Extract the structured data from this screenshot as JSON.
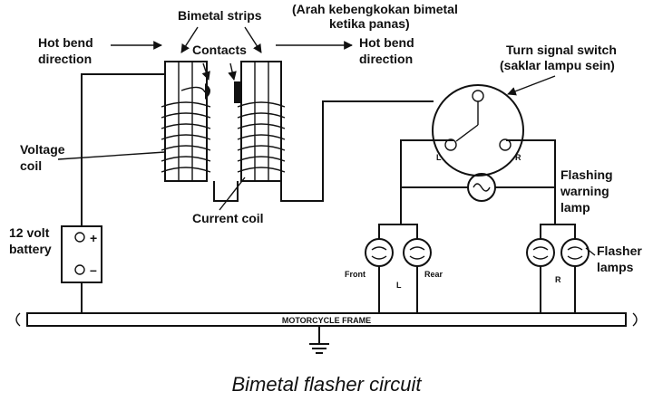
{
  "labels": {
    "bimetal_strips": "Bimetal strips",
    "note_line1": "(Arah kebengkokan bimetal",
    "note_line2": "ketika panas)",
    "hot_bend_left_line1": "Hot bend",
    "hot_bend_left_line2": "direction",
    "hot_bend_right_line1": "Hot bend",
    "hot_bend_right_line2": "direction",
    "contacts": "Contacts",
    "turn_signal_line1": "Turn signal switch",
    "turn_signal_line2": "(saklar lampu sein)",
    "voltage_coil_line1": "Voltage",
    "voltage_coil_line2": "coil",
    "current_coil": "Current coil",
    "battery_line1": "12 volt",
    "battery_line2": "battery",
    "battery_plus": "+",
    "battery_minus": "–",
    "switch_left": "L",
    "switch_right": "R",
    "flashing_line1": "Flashing",
    "flashing_line2": "warning",
    "flashing_line3": "lamp",
    "front": "Front",
    "rear": "Rear",
    "lamp_group_left": "L",
    "lamp_group_right": "R",
    "flasher_line1": "Flasher",
    "flasher_line2": "lamps",
    "frame": "MOTORCYCLE FRAME",
    "caption": "Bimetal flasher circuit"
  }
}
